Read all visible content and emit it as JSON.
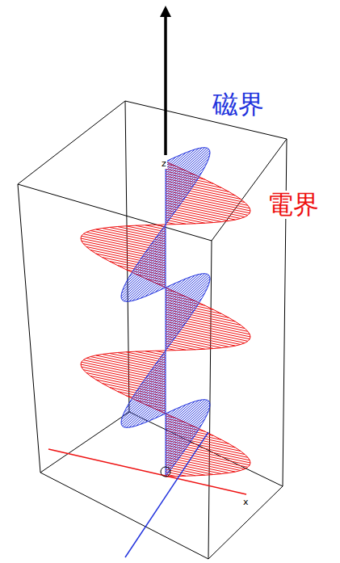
{
  "diagram": {
    "labels": [
      "磁界",
      "電界",
      "z",
      "x"
    ]
  }
}
